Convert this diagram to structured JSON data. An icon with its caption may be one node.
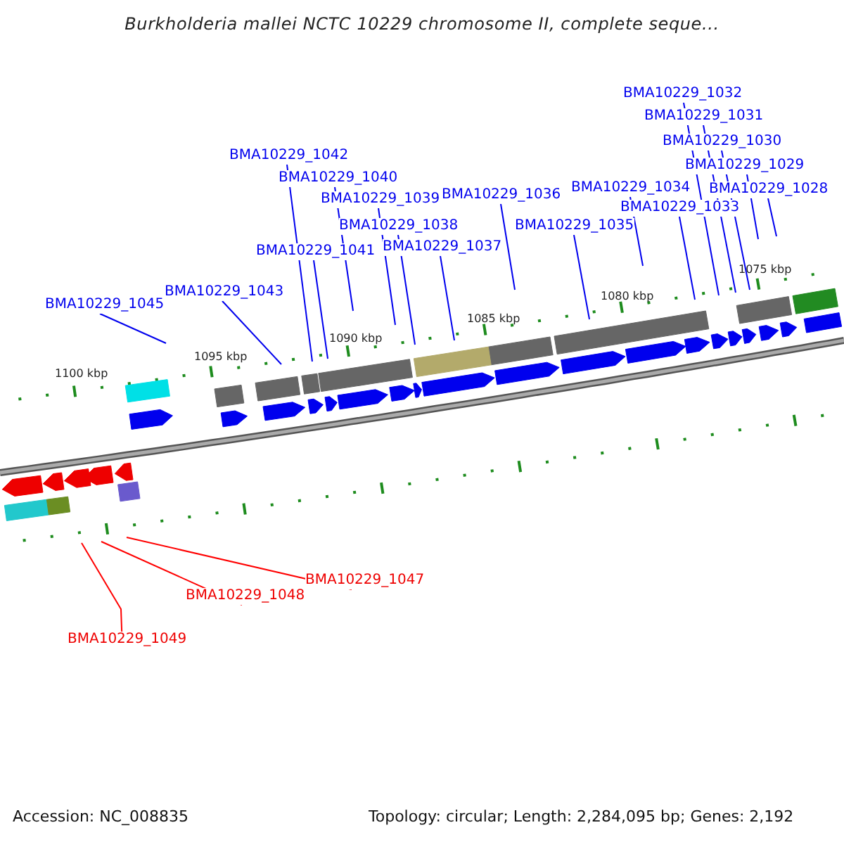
{
  "diagram": {
    "title": "Burkholderia mallei NCTC 10229 chromosome II, complete seque...",
    "nodes": [
      {
        "text": [
          "BMA10229_1032"
        ]
      },
      {
        "text": [
          "BMA10229_1031"
        ]
      },
      {
        "text": [
          "BMA10229_1030"
        ]
      },
      {
        "text": [
          "BMA10229_1029"
        ]
      },
      {
        "text": [
          "BMA10229_1042"
        ]
      },
      {
        "text": [
          "BMA10229_1040"
        ]
      },
      {
        "text": [
          "BMA10229_1039"
        ]
      },
      {
        "text": [
          "BMA10229_1036"
        ]
      },
      {
        "text": [
          "BMA10229_1028"
        ]
      },
      {
        "text": [
          "BMA10229_1034"
        ]
      },
      {
        "text": [
          "BMA10229_1038"
        ]
      },
      {
        "text": [
          "BMA10229_1035"
        ]
      },
      {
        "text": [
          "BMA10229_1033"
        ]
      },
      {
        "text": [
          "BMA10229_1041"
        ]
      },
      {
        "text": [
          "BMA10229_1037"
        ]
      },
      {
        "text": [
          "BMA10229_1043"
        ]
      },
      {
        "text": [
          "BMA10229_1045"
        ]
      },
      {
        "text": [
          "BMA10229_1047"
        ]
      },
      {
        "text": [
          "BMA10229_1048"
        ]
      },
      {
        "text": [
          "BMA10229_1049"
        ]
      }
    ],
    "edges": [
      {
        "from": 0,
        "to": null,
        "arrow": "none"
      },
      {
        "from": 1,
        "to": null,
        "arrow": "none"
      },
      {
        "from": 2,
        "to": null,
        "arrow": "none"
      },
      {
        "from": 3,
        "to": null,
        "arrow": "none"
      },
      {
        "from": 4,
        "to": null,
        "arrow": "none"
      },
      {
        "from": 5,
        "to": null,
        "arrow": "none"
      },
      {
        "from": 6,
        "to": null,
        "arrow": "none"
      },
      {
        "from": 7,
        "to": null,
        "arrow": "none"
      },
      {
        "from": 8,
        "to": null,
        "arrow": "none"
      },
      {
        "from": 9,
        "to": null,
        "arrow": "none"
      },
      {
        "from": 10,
        "to": null,
        "arrow": "none"
      },
      {
        "from": 11,
        "to": null,
        "arrow": "none"
      },
      {
        "from": 12,
        "to": null,
        "arrow": "none"
      },
      {
        "from": 13,
        "to": null,
        "arrow": "none"
      },
      {
        "from": 14,
        "to": null,
        "arrow": "none"
      },
      {
        "from": 15,
        "to": null,
        "arrow": "none"
      },
      {
        "from": 16,
        "to": null,
        "arrow": "none"
      },
      {
        "from": 17,
        "to": null,
        "arrow": "none",
        "color": "#ff0000"
      },
      {
        "from": 18,
        "to": null,
        "arrow": "none",
        "color": "#ff0000"
      },
      {
        "from": 19,
        "to": null,
        "arrow": "none",
        "color": "#ff0000"
      }
    ],
    "labels": [
      "1075 kbp",
      "1080 kbp",
      "1085 kbp",
      "1090 kbp",
      "1095 kbp",
      "1100 kbp",
      "Accession: NC_008835",
      "Topology: circular; Length: 2,284,095 bp; Genes: 2,192"
    ]
  }
}
